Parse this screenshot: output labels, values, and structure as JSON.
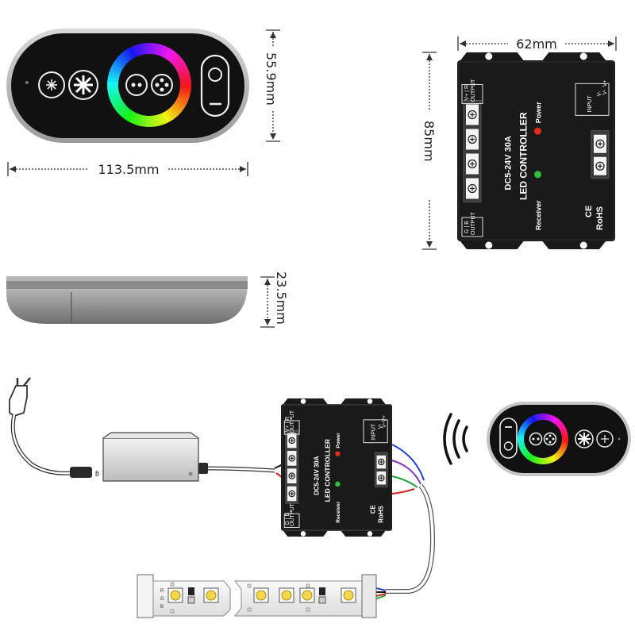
{
  "dimensions": {
    "remote_width": "113.5mm",
    "remote_height": "55.9mm",
    "remote_thickness": "23.5mm",
    "controller_width": "62mm",
    "controller_height": "85mm"
  },
  "controller": {
    "brand": "RoHS",
    "ce_mark": "CE",
    "title": "LED CONTROLLER",
    "rating": "DC5-24V 30A",
    "receiver_label": "Receiver",
    "power_label": "Power",
    "input_label": "INPUT",
    "output_label": "OUTPUT",
    "v_minus": "V-",
    "v_plus": "V+",
    "g_label": "G",
    "b_label": "B",
    "r_label": "R"
  },
  "strip": {
    "pad_labels": [
      "R",
      "G",
      "B"
    ]
  },
  "colors": {
    "remote_body": "#111111",
    "controller_body": "#1a1a1a",
    "receiver_led": "#2fbf3a",
    "power_led": "#e02a1a",
    "wire_blue": "#2244cc",
    "wire_green": "#22a03a",
    "wire_red": "#d0201a",
    "wire_black": "#111111",
    "dimension_line": "#333333"
  },
  "icons": [
    "brightness-icon",
    "sun-icon",
    "mode-icon",
    "color-wheel-icon",
    "power-toggle-icon",
    "signal-waves-icon",
    "plug-icon"
  ]
}
